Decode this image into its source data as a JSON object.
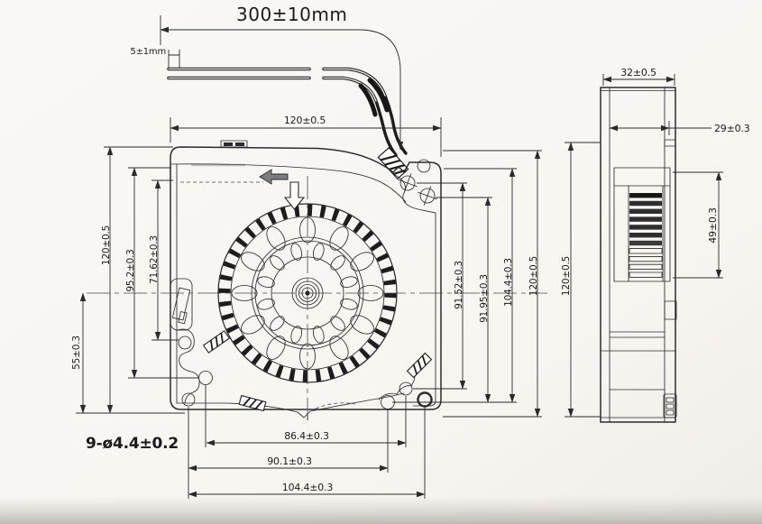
{
  "cable": {
    "length_label": "300±10mm",
    "strip_label": "5±1mm"
  },
  "front_view": {
    "top_width": "120±0.5",
    "left_height": "120±0.5",
    "left_95": "95.2±0.3",
    "left_71": "71.62±0.3",
    "left_55": "55±0.3",
    "right_9152": "91.52±0.3",
    "right_9195": "91.95±0.3",
    "right_1044": "104.4±0.3",
    "right_height": "120±0.5",
    "bottom_864": "86.4±0.3",
    "bottom_901": "90.1±0.3",
    "bottom_1044": "104.4±0.3",
    "holes_label": "9-ø4.4±0.2"
  },
  "side_view": {
    "top_width": "32±0.5",
    "inner_width": "29±0.3",
    "vent_height": "49±0.3",
    "height": "120±0.5"
  },
  "colors": {
    "paper": "#f7f5f1",
    "ink": "#2b2b2e"
  }
}
